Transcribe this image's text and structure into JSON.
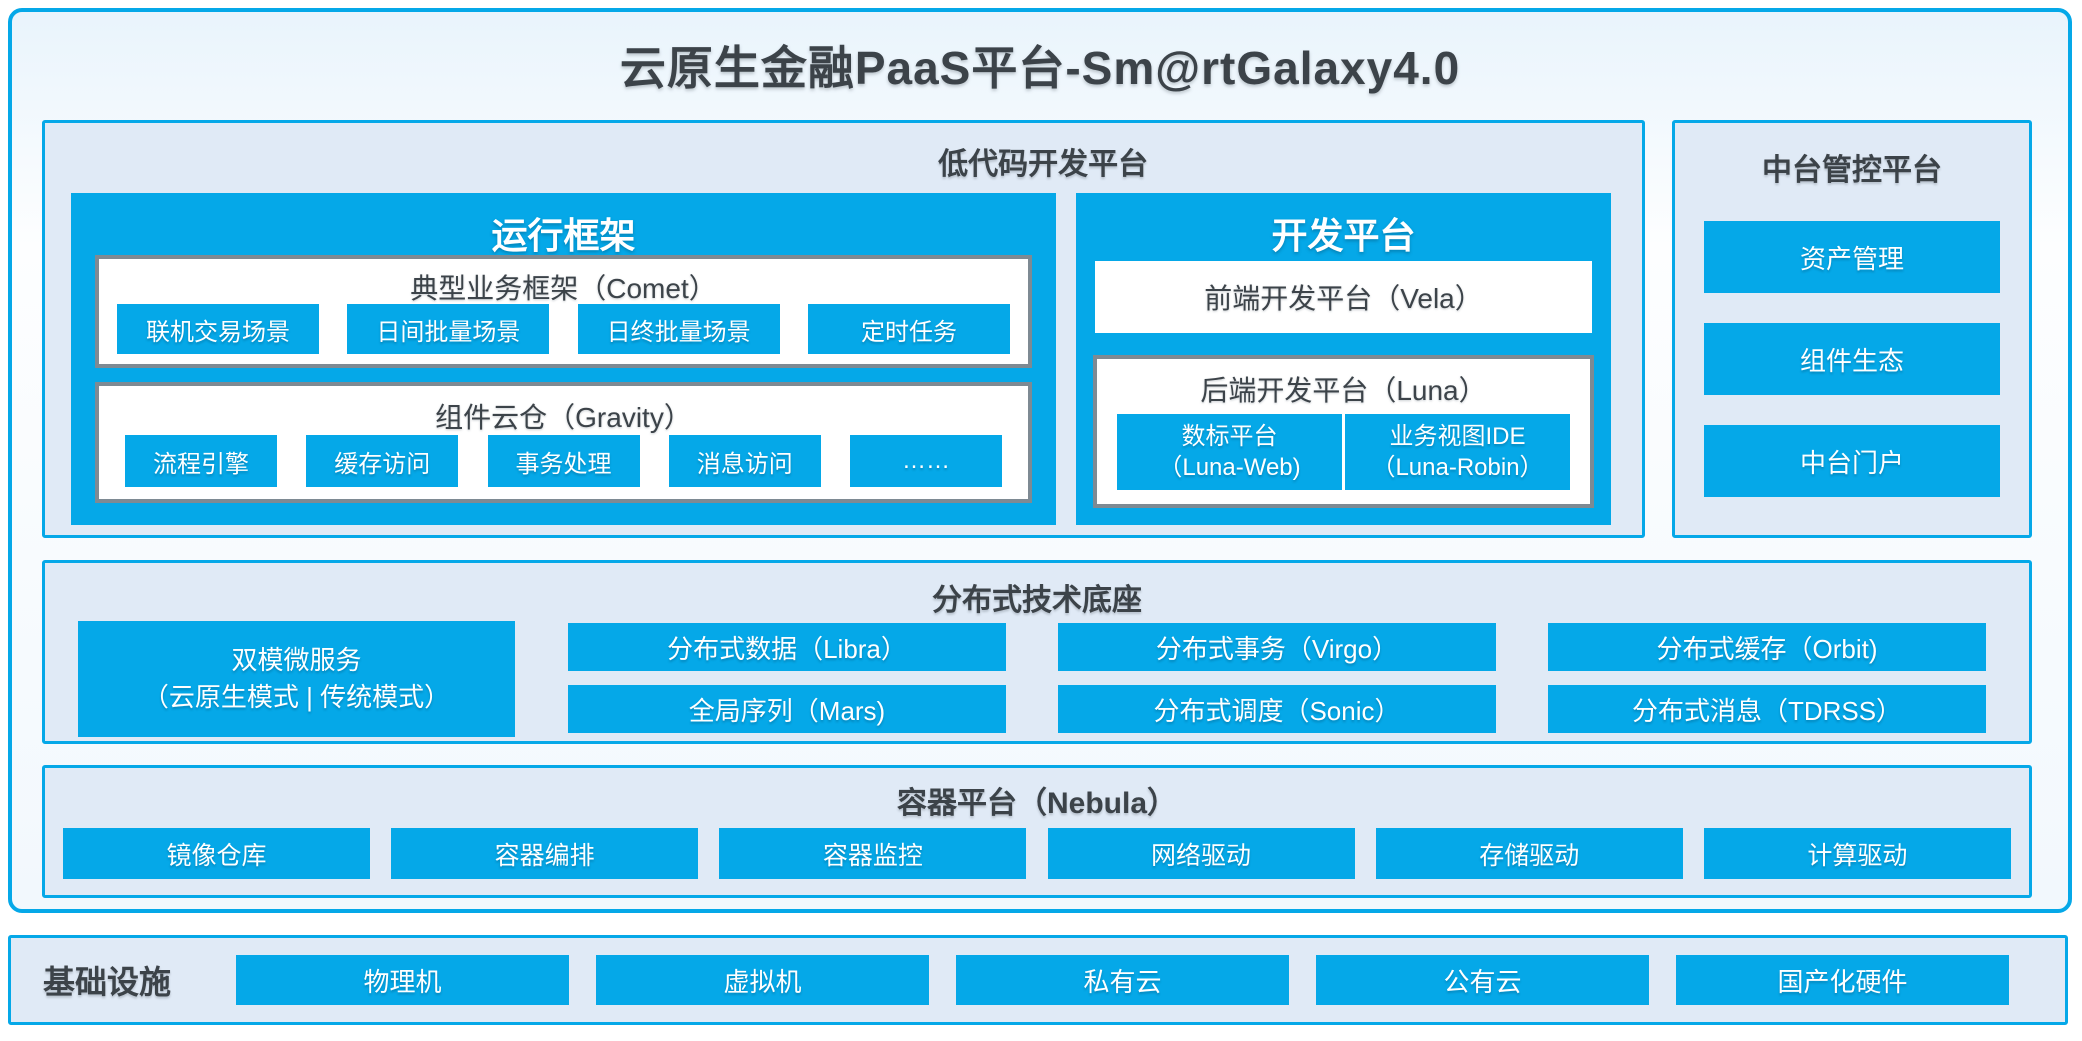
{
  "title": "云原生金融PaaS平台-Sm@rtGalaxy4.0",
  "colors": {
    "accent_blue": "#05a8e8",
    "section_bg": "#e0eaf6",
    "box_border_gray": "#7e8a93",
    "text_dark": "#3c4349",
    "text_on_blue": "#ffffff"
  },
  "low_code": {
    "title": "低代码开发平台",
    "runtime": {
      "title": "运行框架",
      "comet": {
        "title": "典型业务框架（Comet）",
        "items": [
          "联机交易场景",
          "日间批量场景",
          "日终批量场景",
          "定时任务"
        ]
      },
      "gravity": {
        "title": "组件云仓（Gravity）",
        "items": [
          "流程引擎",
          "缓存访问",
          "事务处理",
          "消息访问",
          "……"
        ]
      }
    },
    "dev": {
      "title": "开发平台",
      "vela": "前端开发平台（Vela）",
      "luna": {
        "title": "后端开发平台（Luna）",
        "items": [
          {
            "line1": "数标平台",
            "line2": "（Luna-Web)"
          },
          {
            "line1": "业务视图IDE",
            "line2": "（Luna-Robin）"
          }
        ]
      }
    }
  },
  "mid_platform": {
    "title": "中台管控平台",
    "items": [
      "资产管理",
      "组件生态",
      "中台门户"
    ]
  },
  "distributed": {
    "title": "分布式技术底座",
    "dual_mode": {
      "line1": "双模微服务",
      "line2": "（云原生模式 | 传统模式）"
    },
    "grid": [
      "分布式数据（Libra）",
      "分布式事务（Virgo）",
      "分布式缓存（Orbit)",
      "全局序列（Mars)",
      "分布式调度（Sonic）",
      "分布式消息（TDRSS）"
    ]
  },
  "container": {
    "title": "容器平台（Nebula）",
    "items": [
      "镜像仓库",
      "容器编排",
      "容器监控",
      "网络驱动",
      "存储驱动",
      "计算驱动"
    ]
  },
  "infrastructure": {
    "title": "基础设施",
    "items": [
      "物理机",
      "虚拟机",
      "私有云",
      "公有云",
      "国产化硬件"
    ]
  }
}
